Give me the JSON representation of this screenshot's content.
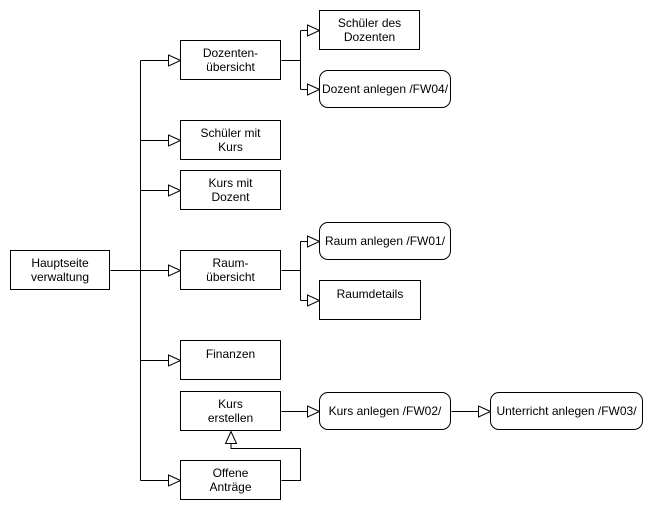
{
  "diagram": {
    "type": "flowchart-sitemap",
    "background_color": "#ffffff",
    "stroke_color": "#000000",
    "node_fill_color": "#ffffff",
    "text_color": "#000000",
    "arrow_style": "open-triangle",
    "nodes": {
      "hauptseite": {
        "label": "Hauptseite\nverwaltung",
        "shape": "rectangle"
      },
      "dozenten_uebersicht": {
        "label": "Dozenten-\nübersicht",
        "shape": "rectangle"
      },
      "schueler_mit_kurs": {
        "label": "Schüler mit\nKurs",
        "shape": "rectangle"
      },
      "kurs_mit_dozent": {
        "label": "Kurs mit\nDozent",
        "shape": "rectangle"
      },
      "raum_uebersicht": {
        "label": "Raum-\nübersicht",
        "shape": "rectangle"
      },
      "finanzen": {
        "label": "Finanzen",
        "shape": "rectangle"
      },
      "kurs_erstellen": {
        "label": "Kurs\nerstellen",
        "shape": "rectangle"
      },
      "offene_antraege": {
        "label": "Offene\nAnträge",
        "shape": "rectangle"
      },
      "schueler_des_dozenten": {
        "label": "Schüler des\nDozenten",
        "shape": "rectangle"
      },
      "dozent_anlegen": {
        "label": "Dozent anlegen /FW04/",
        "shape": "rounded"
      },
      "raum_anlegen": {
        "label": "Raum anlegen /FW01/",
        "shape": "rounded"
      },
      "raumdetails": {
        "label": "Raumdetails",
        "shape": "rectangle"
      },
      "kurs_anlegen": {
        "label": "Kurs anlegen /FW02/",
        "shape": "rounded"
      },
      "unterricht_anlegen": {
        "label": "Unterricht anlegen /FW03/",
        "shape": "rounded"
      }
    },
    "edges": [
      {
        "from": "hauptseite",
        "to": "dozenten_uebersicht"
      },
      {
        "from": "hauptseite",
        "to": "schueler_mit_kurs"
      },
      {
        "from": "hauptseite",
        "to": "kurs_mit_dozent"
      },
      {
        "from": "hauptseite",
        "to": "raum_uebersicht"
      },
      {
        "from": "hauptseite",
        "to": "finanzen"
      },
      {
        "from": "hauptseite",
        "to": "offene_antraege"
      },
      {
        "from": "dozenten_uebersicht",
        "to": "schueler_des_dozenten"
      },
      {
        "from": "dozenten_uebersicht",
        "to": "dozent_anlegen"
      },
      {
        "from": "raum_uebersicht",
        "to": "raum_anlegen"
      },
      {
        "from": "raum_uebersicht",
        "to": "raumdetails"
      },
      {
        "from": "kurs_erstellen",
        "to": "kurs_anlegen"
      },
      {
        "from": "kurs_anlegen",
        "to": "unterricht_anlegen"
      },
      {
        "from": "offene_antraege",
        "to": "kurs_erstellen"
      }
    ]
  }
}
